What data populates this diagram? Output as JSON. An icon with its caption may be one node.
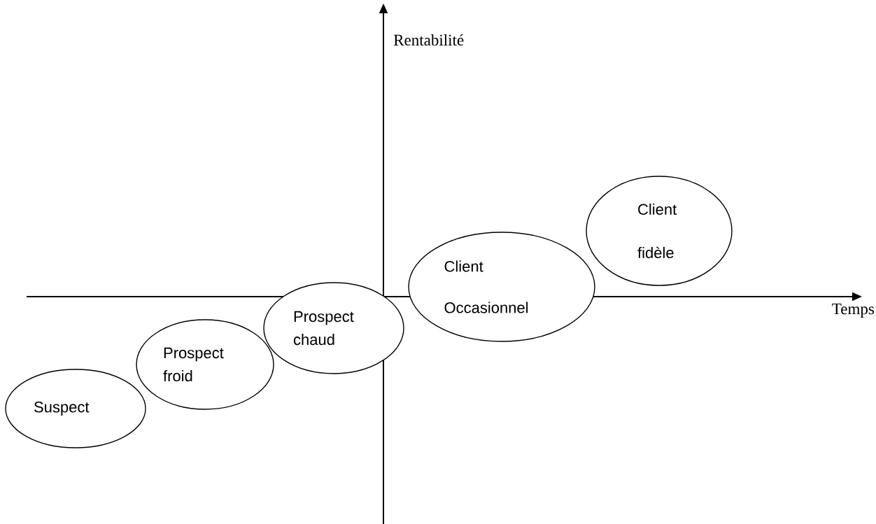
{
  "diagram": {
    "nodes": [
      {
        "text": [
          "Suspect"
        ]
      },
      {
        "text": [
          "Prospect froid"
        ]
      },
      {
        "text": [
          "Prospect chaud"
        ]
      },
      {
        "text": [
          "Client Occasionnel"
        ]
      },
      {
        "text": [
          "Client fidèle"
        ]
      }
    ],
    "labels": [
      "Rentabilité",
      "Temps"
    ]
  }
}
